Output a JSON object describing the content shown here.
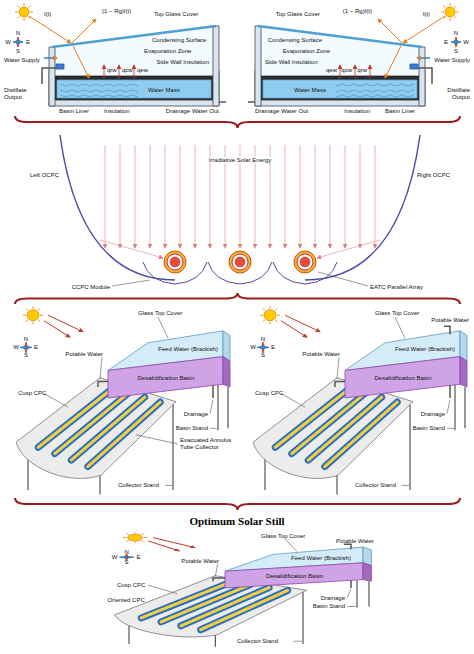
{
  "diagram": {
    "title": "Optimum Solar Still",
    "labels": [
      "N",
      "W",
      "E",
      "S",
      "I(t)",
      "(1 − Rg)I(t)",
      "qrw",
      "qcw",
      "qew",
      "Top Glass Cover",
      "Condensing Surface",
      "Water Supply",
      "Evaporation Zone",
      "Side Wall Insulation",
      "Water Mass",
      "Distillate Output",
      "Basin Liner",
      "Insulation",
      "Drainage Water Out",
      "N",
      "W",
      "E",
      "S",
      "I(t)",
      "(1 − Rg)I(t)",
      "qrw",
      "qcw",
      "qew",
      "Top Glass Cover",
      "Condensing Surface",
      "Water Supply",
      "Evaporation Zone",
      "Side Wall Insulation",
      "Water Mass",
      "Distillate Output",
      "Basin Liner",
      "Insulation",
      "Drainage Water Out",
      "Left OCPC",
      "Right OCPC",
      "Irradiative Solar Energy",
      "CCPC Module",
      "EATC Parallel Array",
      "N",
      "W",
      "E",
      "S",
      "Glass Top Cover",
      "Potable Water",
      "Feed Water (Brackish)",
      "Cusp CPC",
      "Desalidification Basin",
      "Drainage",
      "Basin Stand",
      "Collector Stand",
      "Evacuated Annulus Tube Collector",
      "N",
      "W",
      "E",
      "S",
      "Glass Top Cover",
      "Potable Water",
      "Potable Water",
      "Feed Water (Brackish)",
      "Cusp CPC",
      "Desalidification Basin",
      "Drainage",
      "Basin Stand",
      "Collector Stand",
      "N",
      "W",
      "E",
      "S",
      "Glass Top Cover",
      "Potable Water",
      "Potable Water",
      "Feed Water (Brackish)",
      "Cusp CPC",
      "Oriented CPC",
      "Desalidification Basin",
      "Drainage",
      "Basin Stand",
      "Collector Stand"
    ]
  }
}
